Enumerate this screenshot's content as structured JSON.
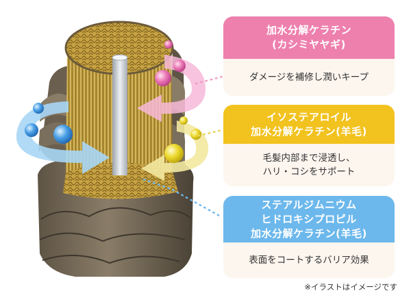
{
  "cards": [
    {
      "heading": [
        "加水分解ケラチン",
        "(カシミヤヤギ)"
      ],
      "body": [
        "ダメージを補修し潤いキープ"
      ],
      "color": "#ee80ae",
      "ball_color": "#e060a4"
    },
    {
      "heading": [
        "イソステアロイル",
        "加水分解ケラチン(羊毛)"
      ],
      "body": [
        "毛髪内部まで浸透し、",
        "ハリ・コシをサポート"
      ],
      "color": "#f2c21e",
      "ball_color": "#e8cf1c"
    },
    {
      "heading": [
        "ステアルジムニウム",
        "ヒドロキシプロピル",
        "加水分解ケラチン(羊毛)"
      ],
      "body": [
        "表面をコートするバリア効果"
      ],
      "color": "#6cb8ec",
      "ball_color": "#3a8fd8"
    }
  ],
  "footnote": "※イラストはイメージです",
  "colors": {
    "cuticle": "#7a6e5c",
    "cortex": "#c9a646",
    "medulla": "#c8cdd3",
    "card_body_bg": "#fdf6ef"
  }
}
